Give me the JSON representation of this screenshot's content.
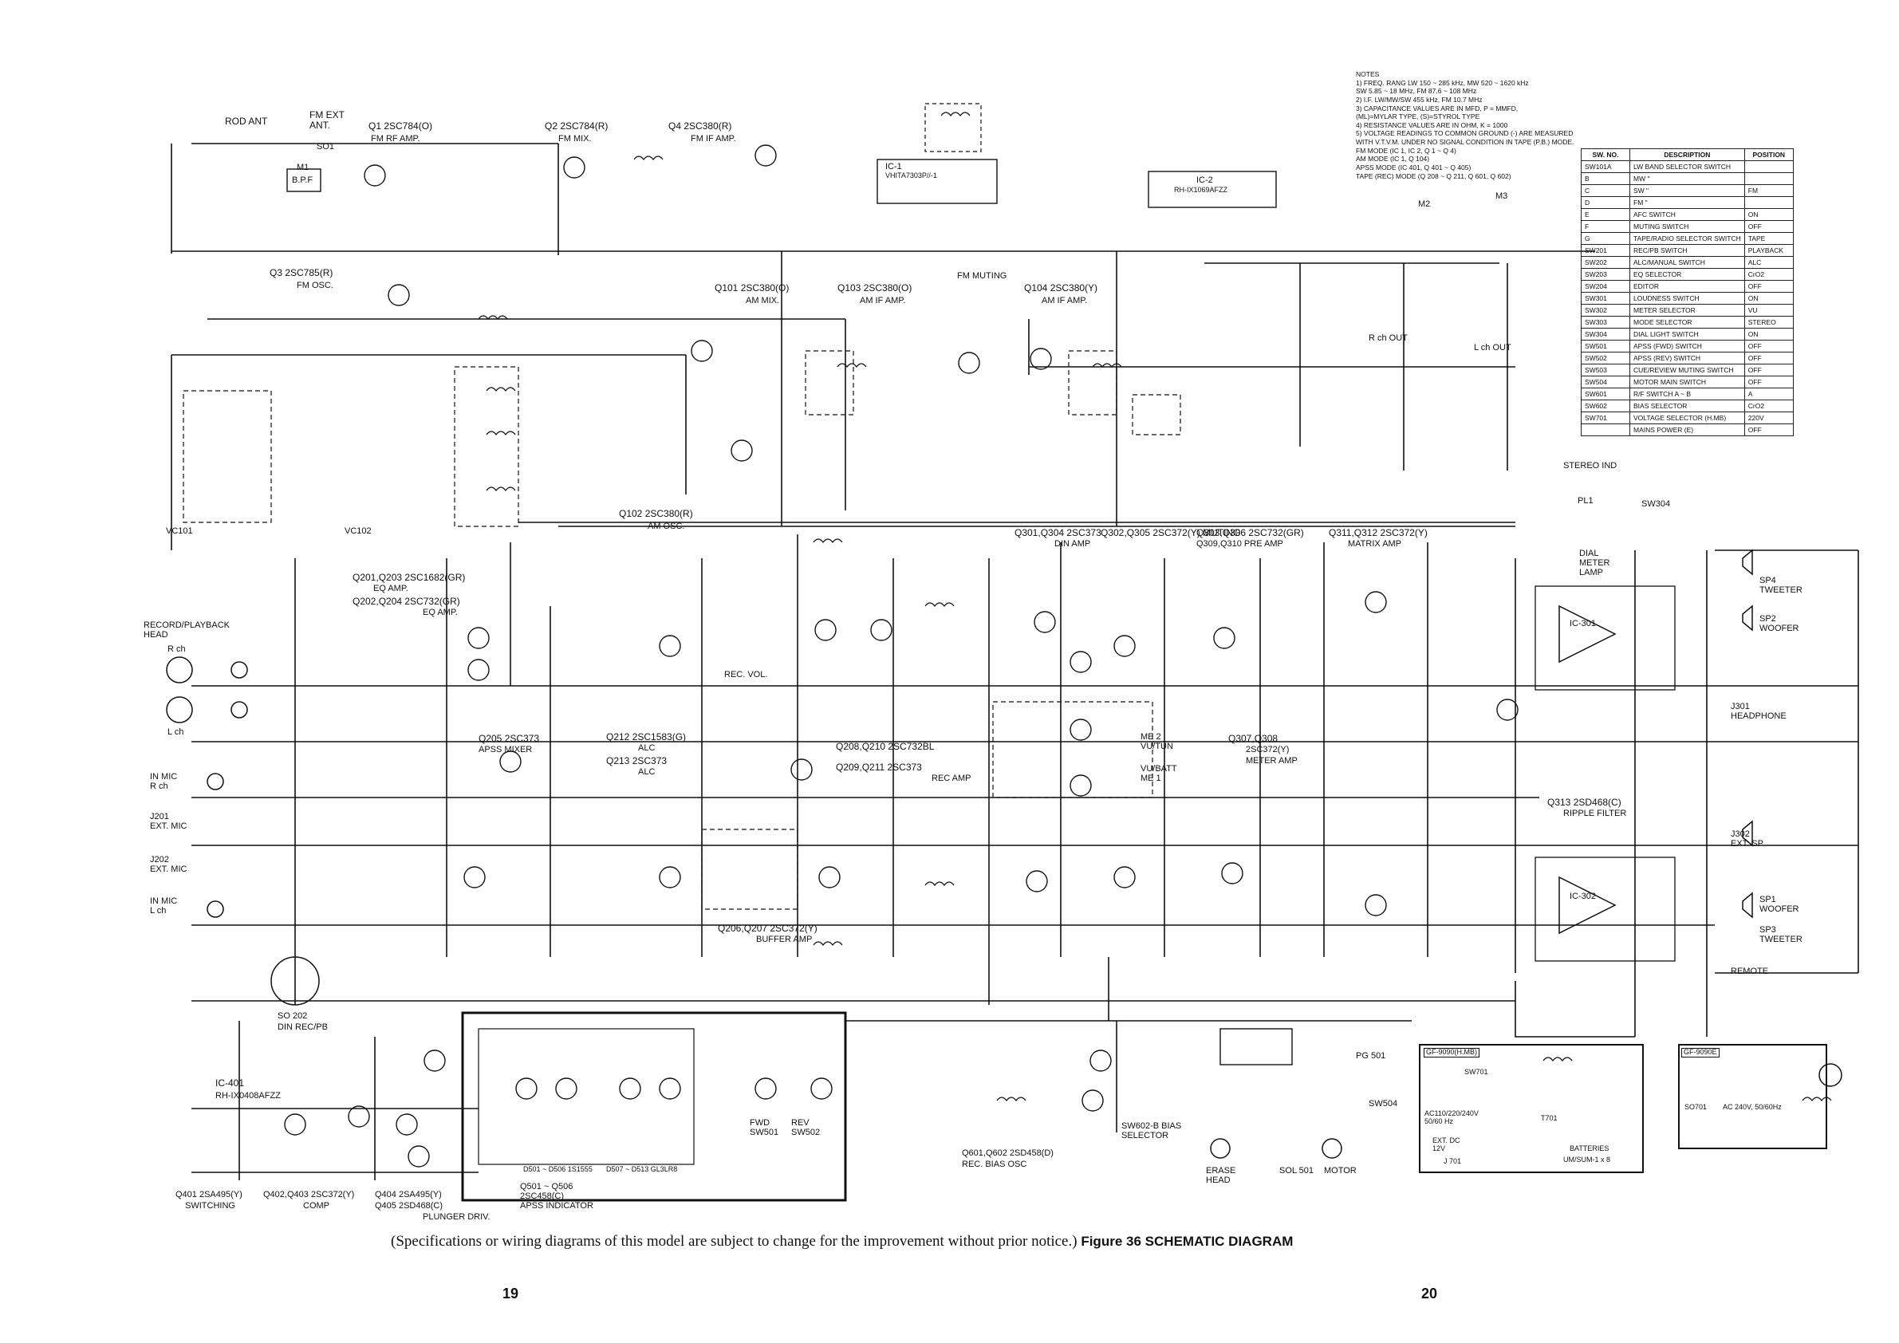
{
  "caption": {
    "note": "(Specifications or wiring diagrams of this model are subject to change for the improvement without prior notice.)",
    "figure": "Figure 36",
    "title": "SCHEMATIC DIAGRAM"
  },
  "page_numbers": {
    "left": "19",
    "right": "20"
  },
  "notes": {
    "heading": "NOTES",
    "lines": [
      "1) FREQ. RANG LW 150 ~ 285 kHz, MW 520 ~ 1620 kHz",
      "   SW 5.85 ~ 18 MHz, FM 87.6 ~ 108 MHz",
      "2) I.F. LW/MW/SW 455 kHz, FM 10.7 MHz",
      "3) CAPACITANCE VALUES ARE IN MFD, P = MMFD,",
      "   (ML)=MYLAR TYPE, (S)=STYROL TYPE",
      "4) RESISTANCE VALUES ARE IN OHM, K = 1000",
      "5) VOLTAGE READINGS TO COMMON GROUND (-) ARE MEASURED",
      "   WITH V.T.V.M. UNDER NO SIGNAL CONDITION IN TAPE (P.B.) MODE.",
      "   FM MODE (IC 1, IC 2, Q 1 ~ Q 4)",
      "   AM MODE (IC 1, Q 104)",
      "   APSS MODE (IC 401, Q 401 ~ Q 405)",
      "   TAPE (REC) MODE (Q 208 ~ Q 211, Q 601, Q 602)"
    ]
  },
  "switch_table": {
    "headers": [
      "SW. NO.",
      "DESCRIPTION",
      "POSITION"
    ],
    "rows": [
      [
        "SW101A",
        "LW BAND SELECTOR SWITCH",
        ""
      ],
      [
        "B",
        "MW  \"",
        ""
      ],
      [
        "C",
        "SW  \"",
        "FM"
      ],
      [
        "D",
        "FM  \"",
        ""
      ],
      [
        "E",
        "AFC SWITCH",
        "ON"
      ],
      [
        "F",
        "MUTING SWITCH",
        "OFF"
      ],
      [
        "G",
        "TAPE/RADIO SELECTOR SWITCH",
        "TAPE"
      ],
      [
        "SW201",
        "REC/PB SWITCH",
        "PLAYBACK"
      ],
      [
        "SW202",
        "ALC/MANUAL SWITCH",
        "ALC"
      ],
      [
        "SW203",
        "EQ SELECTOR",
        "CrO2"
      ],
      [
        "SW204",
        "EDITOR",
        "OFF"
      ],
      [
        "SW301",
        "LOUDNESS SWITCH",
        "ON"
      ],
      [
        "SW302",
        "METER SELECTOR",
        "VU"
      ],
      [
        "SW303",
        "MODE SELECTOR",
        "STEREO"
      ],
      [
        "SW304",
        "DIAL LIGHT SWITCH",
        "ON"
      ],
      [
        "SW501",
        "APSS (FWD) SWITCH",
        "OFF"
      ],
      [
        "SW502",
        "APSS (REV) SWITCH",
        "OFF"
      ],
      [
        "SW503",
        "CUE/REVIEW MUTING SWITCH",
        "OFF"
      ],
      [
        "SW504",
        "MOTOR MAIN SWITCH",
        "OFF"
      ],
      [
        "SW601",
        "R/F SWITCH  A ~ B",
        "A"
      ],
      [
        "SW602",
        "BIAS SELECTOR",
        "CrO2"
      ],
      [
        "SW701",
        "VOLTAGE SELECTOR (H.MB)",
        "220V"
      ],
      [
        "",
        "MAINS POWER (E)",
        "OFF"
      ]
    ]
  },
  "labels": {
    "rod_ant": "ROD ANT",
    "fm_ext_ant": "FM EXT ANT.",
    "q1": "Q1  2SC784(O)",
    "q1_fn": "FM RF AMP.",
    "q2": "Q2  2SC784(R)",
    "q2_fn": "FM MIX.",
    "q4": "Q4  2SC380(R)",
    "q4_fn": "FM IF AMP.",
    "q3": "Q3  2SC785(R)",
    "q3_fn": "FM OSC.",
    "bpf": "B.P.F",
    "ic1": "IC-1",
    "ic1_part": "VHITA7303P//-1",
    "ic2": "IC-2",
    "ic2_part": "RH-IX1069AFZZ",
    "q101": "Q101  2SC380(O)",
    "q101_fn": "AM MIX.",
    "q103": "Q103  2SC380(O)",
    "q103_fn": "AM IF AMP.",
    "q104": "Q104  2SC380(Y)",
    "q104_fn": "AM IF AMP.",
    "q102": "Q102  2SC380(R)",
    "q102_fn": "AM OSC.",
    "fm_muting": "FM MUTING",
    "rch_out": "R ch OUT",
    "lch_out": "L ch OUT",
    "stereo_ind": "STEREO IND",
    "dial_meter_lamp": "DIAL METER LAMP",
    "pl1": "PL1",
    "sw304": "SW304",
    "rec_pb_head": "RECORD/PLAYBACK HEAD",
    "rch": "R ch",
    "lch": "L ch",
    "q201": "Q201,Q203  2SC1682(GR)",
    "q201_fn": "EQ AMP.",
    "q202": "Q202,Q204  2SC732(GR)",
    "q202_fn": "EQ AMP.",
    "q205": "Q205  2SC373",
    "q205_fn": "APSS MIXER",
    "q212": "Q212  2SC1583(G)",
    "q212_fn": "ALC",
    "q213": "Q213  2SC373",
    "q213_fn": "ALC",
    "q208": "Q208,Q210  2SC732BL",
    "q209": "Q209,Q211  2SC373",
    "q209_fn": "REC AMP",
    "q206": "Q206,Q207  2SC372(Y)",
    "q206_fn": "BUFFER AMP",
    "q301": "Q301,Q304  2SC373",
    "q301_fn": "DIN AMP",
    "q302": "Q302,Q305  2SC372(Y) MUTING",
    "q303": "Q303,Q306  2SC732(GR)",
    "q303_fn": "Q309,Q310  PRE AMP",
    "q311": "Q311,Q312  2SC372(Y)",
    "q311_fn": "MATRIX AMP",
    "q307": "Q307,Q308",
    "q307_part": "2SC372(Y)",
    "q307_fn": "METER AMP",
    "q313": "Q313  2SD468(C)",
    "q313_fn": "RIPPLE FILTER",
    "ic301": "IC-301",
    "ic302": "IC-302",
    "sp1": "SP1 WOOFER",
    "sp2": "SP2 WOOFER",
    "sp3": "SP3 TWEETER",
    "sp4": "SP4 TWEETER",
    "headphone": "J301 HEADPHONE",
    "ext_sp": "J302 EXT. SP",
    "remote": "REMOTE",
    "in_mic_r": "IN MIC R ch",
    "in_mic_l": "IN MIC L ch",
    "j201": "J201 EXT. MIC",
    "j202": "J202 EXT. MIC",
    "so202": "SO 202",
    "din_rec_pb": "DIN REC/PB",
    "ic401": "IC-401",
    "ic401_part": "RH-IX0408AFZZ",
    "q401": "Q401  2SA495(Y)",
    "q401_fn": "SWITCHING",
    "q402": "Q402,Q403  2SC372(Y)",
    "q402_fn": "COMP",
    "q404": "Q404  2SA495(Y)",
    "q405": "Q405  2SD468(C)",
    "q405_fn": "PLUNGER DRIV.",
    "q501": "Q501 ~ Q506",
    "q501_part": "2SC458(C)",
    "q501_fn": "APSS INDICATOR",
    "d501": "D501 ~ D506  1S1555",
    "d507": "D507 ~ D513  GL3LR8",
    "fwd": "FWD SW501",
    "rev": "REV SW502",
    "q601": "Q601,Q602  2SD458(D)",
    "q601_fn": "REC. BIAS OSC",
    "bias_sel": "SW602-B BIAS SELECTOR",
    "erase_head": "ERASE HEAD",
    "sol501": "SOL 501",
    "motor": "MOTOR",
    "pg501": "PG 501",
    "sw504": "SW504",
    "model1": "GF-9090(H.MB)",
    "model2": "GF-9090E",
    "ac_in": "AC110/220/240V 50/60 Hz",
    "ac_e": "AC 240V, 50/60Hz",
    "ext_dc": "EXT. DC 12V",
    "j701": "J 701",
    "t701": "T701",
    "batteries": "BATTERIES",
    "um": "UM/SUM-1 x 8",
    "sw701": "SW701",
    "so701": "SO701",
    "vc101": "VC101",
    "vc102": "VC102",
    "rec_vol": "REC. VOL.",
    "m1": "M1",
    "m2": "M2",
    "m3": "M3",
    "me2": "ME 2 VU/TUN",
    "me1": "VU/BATT ME 1",
    "so1": "SO1"
  }
}
